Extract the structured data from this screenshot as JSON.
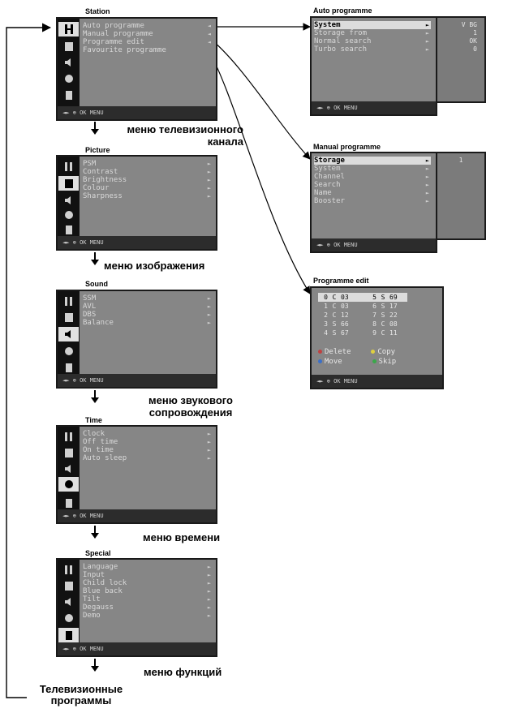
{
  "colors": {
    "screen": "#868686",
    "icon_bar": "#111111",
    "footer": "#2c2c2c",
    "highlight": "#dcdcdc",
    "delete_dot": "#c04040",
    "move_dot": "#3a6fc9",
    "copy_dot": "#e0d040",
    "skip_dot": "#3aa84a"
  },
  "footer_text": "◄► ⊕ OK MENU",
  "menus": {
    "station": {
      "title": "Station",
      "items": [
        "Auto programme",
        "Manual programme",
        "Programme edit",
        "Favourite programme"
      ],
      "caption": "меню телевизионного канала"
    },
    "picture": {
      "title": "Picture",
      "items": [
        "PSM",
        "Contrast",
        "Brightness",
        "Colour",
        "Sharpness"
      ],
      "caption": "меню изображения"
    },
    "sound": {
      "title": "Sound",
      "items": [
        "SSM",
        "AVL",
        "DBS",
        "Balance"
      ],
      "caption": "меню звукового сопровождения"
    },
    "time": {
      "title": "Time",
      "items": [
        "Clock",
        "Off time",
        "On time",
        "Auto sleep"
      ],
      "caption": "меню времени"
    },
    "special": {
      "title": "Special",
      "items": [
        "Language",
        "Input",
        "Child lock",
        "Blue back",
        "Tilt",
        "Degauss",
        "Demo"
      ],
      "caption": "меню функций"
    }
  },
  "auto_programme": {
    "title": "Auto programme",
    "items": [
      "System",
      "Storage from",
      "Normal search",
      "Turbo search"
    ],
    "values": [
      "V BG",
      "1",
      "OK",
      "0"
    ]
  },
  "manual_programme": {
    "title": "Manual programme",
    "items": [
      "Storage",
      "System",
      "Channel",
      "Search",
      "Name",
      "Booster"
    ],
    "values": [
      "1"
    ]
  },
  "programme_edit": {
    "title": "Programme edit",
    "rows": [
      [
        "0",
        "C",
        "03",
        "5",
        "S",
        "69"
      ],
      [
        "1",
        "C",
        "03",
        "6",
        "S",
        "17"
      ],
      [
        "2",
        "C",
        "12",
        "7",
        "S",
        "22"
      ],
      [
        "3",
        "S",
        "66",
        "8",
        "C",
        "08"
      ],
      [
        "4",
        "S",
        "67",
        "9",
        "C",
        "11"
      ]
    ],
    "legend": {
      "delete": "Delete",
      "copy": "Copy",
      "move": "Move",
      "skip": "Skip"
    }
  },
  "return_label": "Телевизионные программы"
}
